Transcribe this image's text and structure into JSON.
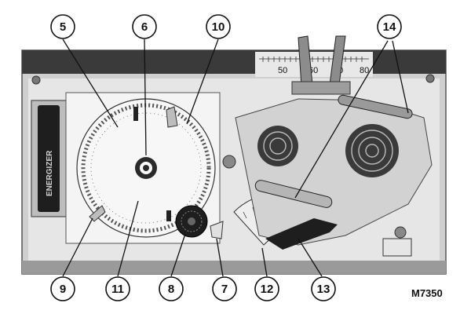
{
  "callouts": {
    "c5": "5",
    "c6": "6",
    "c10": "10",
    "c14": "14",
    "c9": "9",
    "c11": "11",
    "c8": "8",
    "c7": "7",
    "c12": "12",
    "c13": "13"
  },
  "temperature_scale": {
    "t50": "50",
    "t60": "60",
    "t70": "70",
    "t80": "80"
  },
  "battery_label": "ENERGIZER",
  "figure_id": "M7350",
  "colors": {
    "panel": "#d9d9d9",
    "dark": "#2a2a2a",
    "dial": "#f2f2f2",
    "callout_stroke": "#111111"
  }
}
